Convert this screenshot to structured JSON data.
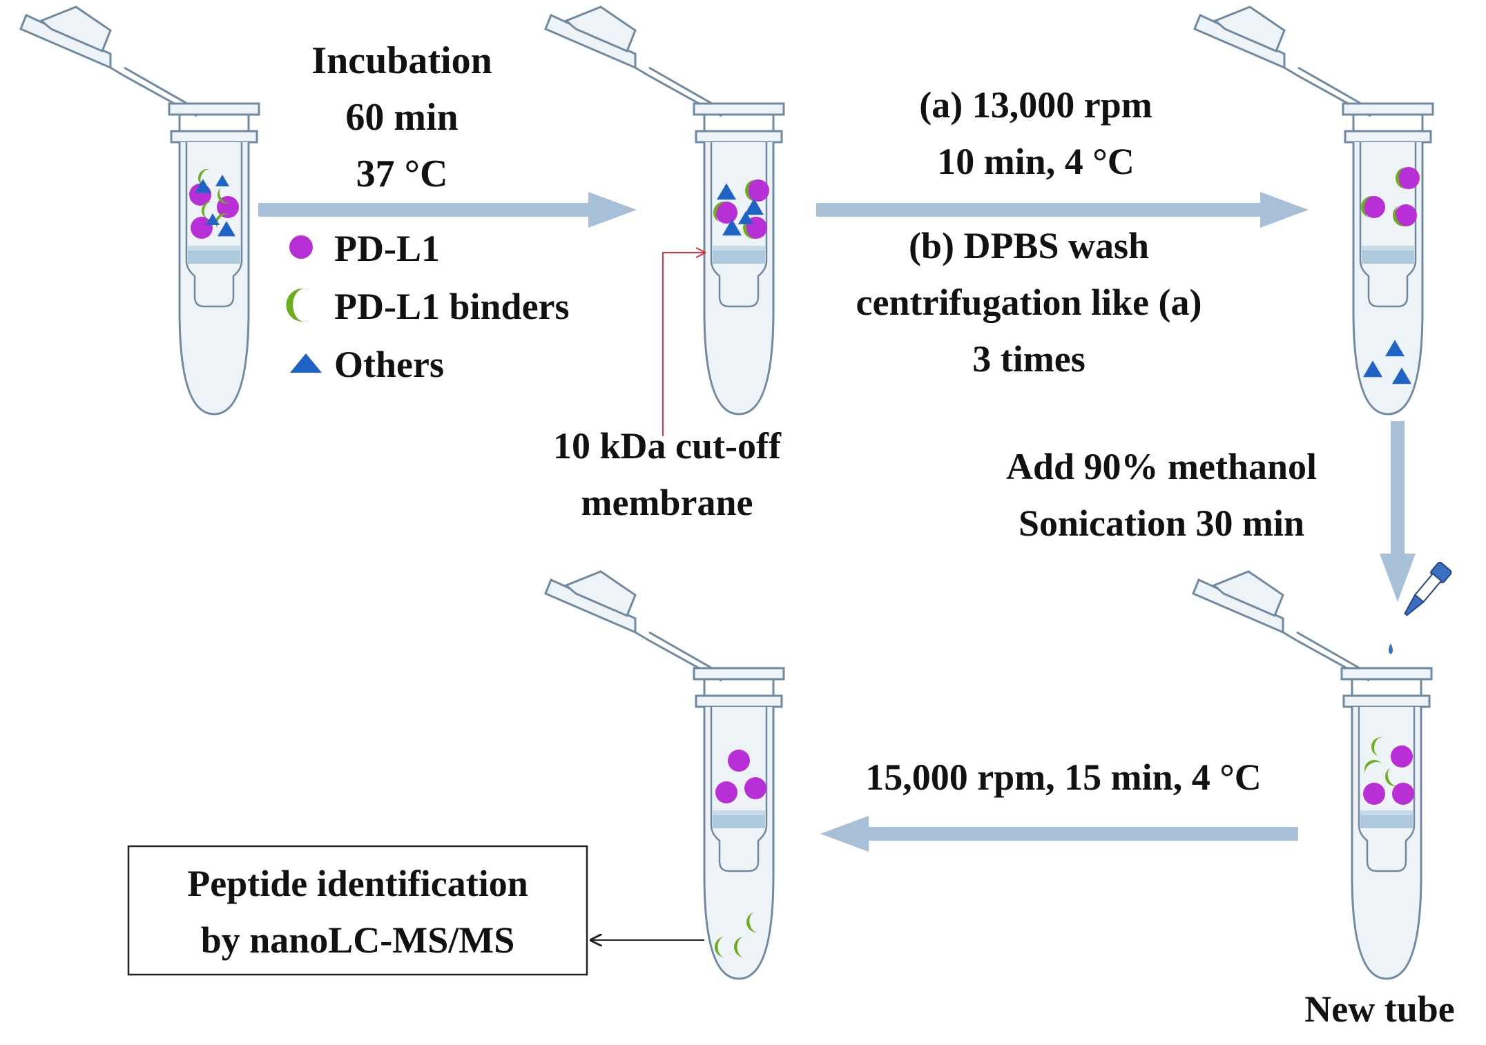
{
  "colors": {
    "pdl1": "#b92fd6",
    "binder": "#6cae1d",
    "others": "#1f63c7",
    "arrow": "#a7c0d8",
    "tube_stroke": "#6f8aa0",
    "tube_fill": "#eef3f7",
    "membrane": "#a7c4d9",
    "pointer": "#e0303b"
  },
  "steps": {
    "incubation": [
      "Incubation",
      "60 min",
      "37 °C"
    ],
    "centrifuge_a": [
      "(a) 13,000 rpm",
      "10 min, 4 °C"
    ],
    "wash_b": [
      "(b) DPBS wash",
      "centrifugation like (a)",
      "3 times"
    ],
    "methanol": [
      "Add 90% methanol",
      "Sonication 30 min"
    ],
    "final_spin": "15,000 rpm, 15 min, 4 °C"
  },
  "legend": [
    {
      "label": "PD-L1",
      "icon": "circle-icon"
    },
    {
      "label": "PD-L1 binders",
      "icon": "crescent-icon"
    },
    {
      "label": "Others",
      "icon": "triangle-icon"
    }
  ],
  "membrane_label": [
    "10 kDa cut-off",
    "membrane"
  ],
  "new_tube_label": "New tube",
  "output_box": [
    "Peptide identification",
    "by nanoLC-MS/MS"
  ]
}
